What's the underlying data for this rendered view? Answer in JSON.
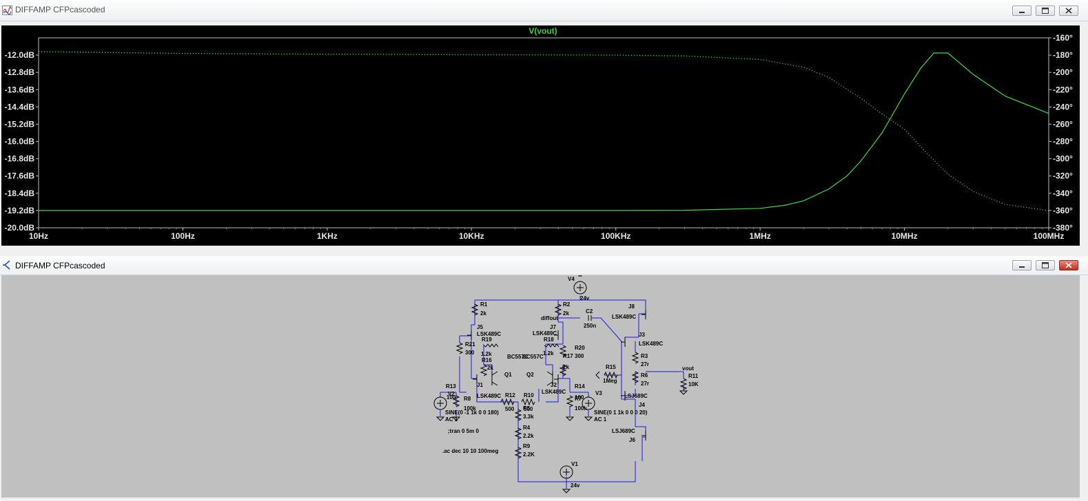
{
  "plot_window": {
    "title": "DIFFAMP CFPcascoded",
    "trace_label": "V(vout)",
    "colors": {
      "background": "#000000",
      "trace": "#3ddc3d",
      "axis_text": "#e8e8e8",
      "label": "#35d635"
    }
  },
  "schematic_window": {
    "title": "DIFFAMP CFPcascoded",
    "colors": {
      "background": "#c0c0c0",
      "wire": "#1a1ae0",
      "text": "#000000"
    }
  },
  "chart_data": {
    "type": "line",
    "title": "V(vout)",
    "x_scale": "log",
    "xlim": [
      10,
      100000000
    ],
    "x_ticks": [
      "10Hz",
      "100Hz",
      "1KHz",
      "10KHz",
      "100KHz",
      "1MHz",
      "10MHz",
      "100MHz"
    ],
    "y_left_ticks": [
      "-12.0dB",
      "-12.8dB",
      "-13.6dB",
      "-14.4dB",
      "-15.2dB",
      "-16.0dB",
      "-16.8dB",
      "-17.6dB",
      "-18.4dB",
      "-19.2dB",
      "-20.0dB"
    ],
    "ylim_left": [
      -20.0,
      -11.2
    ],
    "y_right_ticks": [
      "-160°",
      "-180°",
      "-200°",
      "-220°",
      "-240°",
      "-260°",
      "-280°",
      "-300°",
      "-320°",
      "-340°",
      "-360°",
      "-380°"
    ],
    "ylim_right": [
      -380,
      -160
    ],
    "grid": false,
    "series": [
      {
        "name": "",
        "style": "solid",
        "axis": "left",
        "x": [
          10,
          100,
          1000,
          10000,
          100000,
          300000,
          1000000,
          1500000,
          2000000,
          3000000,
          4000000,
          5000000,
          7000000,
          10000000,
          13000000,
          16000000,
          20000000,
          30000000,
          50000000,
          100000000
        ],
        "y": [
          -19.2,
          -19.2,
          -19.2,
          -19.2,
          -19.2,
          -19.19,
          -19.1,
          -18.95,
          -18.75,
          -18.2,
          -17.6,
          -16.9,
          -15.6,
          -13.8,
          -12.6,
          -11.9,
          -11.9,
          -12.9,
          -13.9,
          -14.7
        ]
      },
      {
        "name": "",
        "style": "dotted",
        "axis": "right",
        "x": [
          10,
          100,
          1000,
          10000,
          100000,
          300000,
          1000000,
          2000000,
          3000000,
          5000000,
          7000000,
          10000000,
          15000000,
          20000000,
          30000000,
          50000000,
          100000000
        ],
        "y": [
          -176,
          -178,
          -179,
          -179.5,
          -180,
          -181,
          -185,
          -194,
          -206,
          -230,
          -248,
          -266,
          -297,
          -318,
          -338,
          -353,
          -360
        ]
      }
    ]
  },
  "schematic": {
    "directives": [
      ";tran 0 5m 0",
      ".ac dec 10 10 100meg"
    ],
    "components": [
      {
        "ref": "V4",
        "value": "24v"
      },
      {
        "ref": "R1",
        "value": "2k"
      },
      {
        "ref": "R2",
        "value": "2k"
      },
      {
        "ref": "J8",
        "value": "LSK489C"
      },
      {
        "ref": "C2",
        "value": "250n"
      },
      {
        "ref": "J5",
        "value": "LSK489C"
      },
      {
        "ref": "J7",
        "value": "LSK489C"
      },
      {
        "ref": "J3",
        "value": "LSK489C"
      },
      {
        "ref": "R21",
        "value": "300"
      },
      {
        "ref": "R19",
        "value": "1.2k"
      },
      {
        "ref": "R18",
        "value": "1.2k"
      },
      {
        "ref": "R20",
        "value": "300"
      },
      {
        "ref": "R3",
        "value": "27r"
      },
      {
        "ref": "R16",
        "value": "2k"
      },
      {
        "ref": "R17",
        "value": "2k"
      },
      {
        "ref": "Q1",
        "value": "BC557C"
      },
      {
        "ref": "Q2",
        "value": "BC557C"
      },
      {
        "ref": "R15",
        "value": "1Meg"
      },
      {
        "ref": "R6",
        "value": "27r"
      },
      {
        "ref": "R11",
        "value": "10K"
      },
      {
        "ref": "J1",
        "value": "LSK489C"
      },
      {
        "ref": "J2",
        "value": "LSK489C"
      },
      {
        "ref": "J4",
        "value": "LSJ689C"
      },
      {
        "ref": "R13",
        "value": "100"
      },
      {
        "ref": "R8",
        "value": "100k"
      },
      {
        "ref": "R12",
        "value": "500"
      },
      {
        "ref": "R10",
        "value": "500"
      },
      {
        "ref": "R14",
        "value": "100"
      },
      {
        "ref": "R7",
        "value": "100k"
      },
      {
        "ref": "V2",
        "value": "SINE(0 -1 1k 0 0 180)",
        "ac": "AC 1"
      },
      {
        "ref": "V3",
        "value": "SINE(0 1 1k 0 0 0 20)",
        "ac": "AC 1"
      },
      {
        "ref": "R5",
        "value": "3.3k"
      },
      {
        "ref": "R4",
        "value": "2.2k"
      },
      {
        "ref": "R9",
        "value": "2.2K"
      },
      {
        "ref": "J6",
        "value": "LSJ689C"
      },
      {
        "ref": "V1",
        "value": "24v"
      }
    ],
    "labels": {
      "diffout": "diffout",
      "vout": "vout"
    }
  }
}
